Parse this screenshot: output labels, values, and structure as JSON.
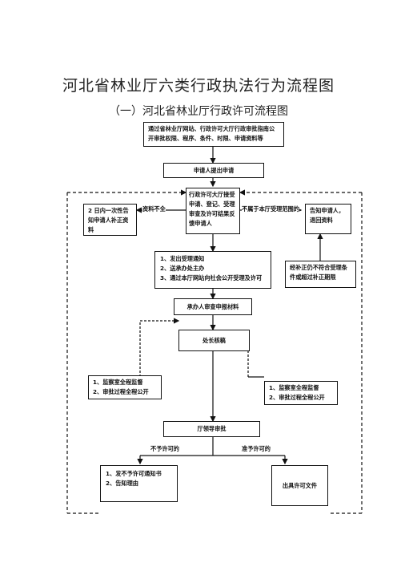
{
  "title": "河北省林业厅六类行政执法行为流程图",
  "subtitle": "（一）河北省林业厅行政许可流程图",
  "boxes": {
    "publish": "通过省林业厅网站、行政许可大厅行政审批指南公开审批权限、程序、条件、时限、申请资料等",
    "apply": "申请人提出申请",
    "hall": "行政许可大厅接受申请、登记、受理审查及许可结果反馈申请人",
    "supplement": "2 日内一次性告知申请人补正资料",
    "notify_return": "告知申请人，退回资料",
    "accept_notice": [
      "1、发出受理通知",
      "2、送承办处主办",
      "3、通过本厅网站向社会公开受理及许可"
    ],
    "still_fail": "经补正仍不符合受理条件或超过补正期限",
    "review": "承办人审查申报材料",
    "chief": "处长核稿",
    "supervise_left": [
      "1、监察室全程监督",
      "2、审批过程全程公开"
    ],
    "supervise_right": [
      "1、监察室全程监督",
      "2、审批过程全程公开"
    ],
    "leader": "厅领导审批",
    "deny": [
      "1、发不予许可通知书",
      "2、告知理由"
    ],
    "issue": "出具许可文件"
  },
  "labels": {
    "incomplete": "资料不全",
    "out_of_scope": "不属于本厅受理范围的",
    "not_permitted": "不予许可的",
    "permitted": "准予许可的"
  }
}
